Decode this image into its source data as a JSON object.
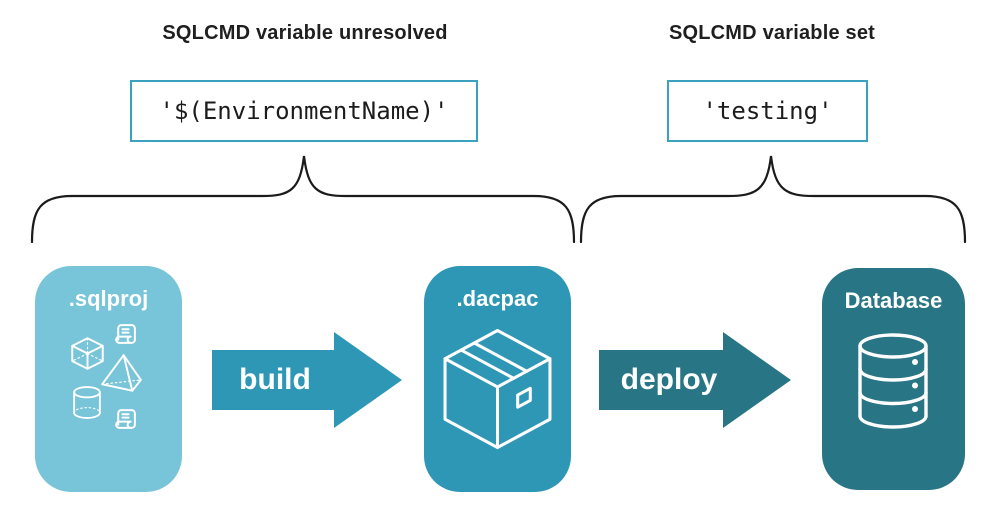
{
  "annotations": {
    "left": {
      "title": "SQLCMD variable unresolved",
      "code": "'$(EnvironmentName)'"
    },
    "right": {
      "title": "SQLCMD variable set",
      "code": "'testing'"
    }
  },
  "pipeline": {
    "stages": [
      {
        "label": ".sqlproj",
        "color": "#78C4D9",
        "icons": [
          "scroll-icon",
          "cube-icon",
          "pyramid-icon",
          "cylinder-icon",
          "scroll-icon"
        ]
      },
      {
        "label": ".dacpac",
        "color": "#2E97B6",
        "icons": [
          "package-box-icon"
        ]
      },
      {
        "label": "Database",
        "color": "#287585",
        "icons": [
          "database-icon"
        ]
      }
    ],
    "arrows": [
      {
        "label": "build",
        "color": "#2E97B6"
      },
      {
        "label": "deploy",
        "color": "#287585"
      }
    ]
  },
  "colors": {
    "code_box_border": "#3AA2BF",
    "brace": "#1B1B1B",
    "heading_text": "#1F1F1F",
    "code_text": "#1C1C1C",
    "icon_stroke": "#FFFFFF"
  }
}
